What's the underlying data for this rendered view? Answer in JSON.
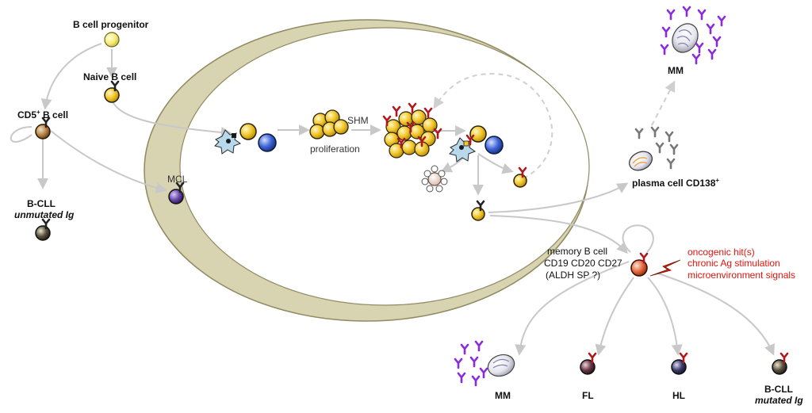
{
  "labels": {
    "b_cell_progenitor": "B cell progenitor",
    "naive_b_cell": "Naive B cell",
    "cd5_b_cell": "CD5",
    "cd5_sup": "+",
    "cd5_suffix": " B cell",
    "b_cll_left": "B-CLL",
    "unmutated_ig": "unmutated Ig",
    "mcl": "MCL",
    "shm": "SHM",
    "proliferation": "proliferation",
    "mm_top": "MM",
    "plasma_cell": "plasma cell CD138",
    "plasma_sup": "+",
    "memory_line1": "memory B cell",
    "memory_line2": "CD19 CD20 CD27",
    "memory_line3": "(ALDH SP ?)",
    "hit1": "oncogenic hit(s)",
    "hit2": "chronic Ag stimulation",
    "hit3": "microenvironment signals",
    "mm_bottom": "MM",
    "fl": "FL",
    "hl": "HL",
    "b_cll_right": "B-CLL",
    "mutated_ig": "mutated Ig"
  },
  "colors": {
    "follicle_outer": "#d8d3b0",
    "follicle_stroke": "#8f8a62",
    "follicle_inner": "#ffffff",
    "arrow": "#c8c8c8",
    "naive_cell": "#f0c020",
    "progenitor_cell": "#f6ec78",
    "cd5_cell": "#b8864c",
    "mcl_cell": "#6a4aa8",
    "blue_cell": "#3f66d8",
    "plasma_cell": "#e6e6ec",
    "antibody_purple": "#8a2ae0",
    "antibody_gray": "#777777",
    "memory_cell": "#e46a40",
    "fl_cell": "#6a3a48",
    "hl_cell": "#3c3c6a",
    "cll_cell": "#5a5240",
    "receptor_red": "#b0161c",
    "hit_text": "#e0140c"
  },
  "icons": [
    "cell-icon",
    "dendritic-cell-icon",
    "antibody-icon",
    "lightning-icon",
    "plasma-cell-icon",
    "macrophage-icon"
  ]
}
